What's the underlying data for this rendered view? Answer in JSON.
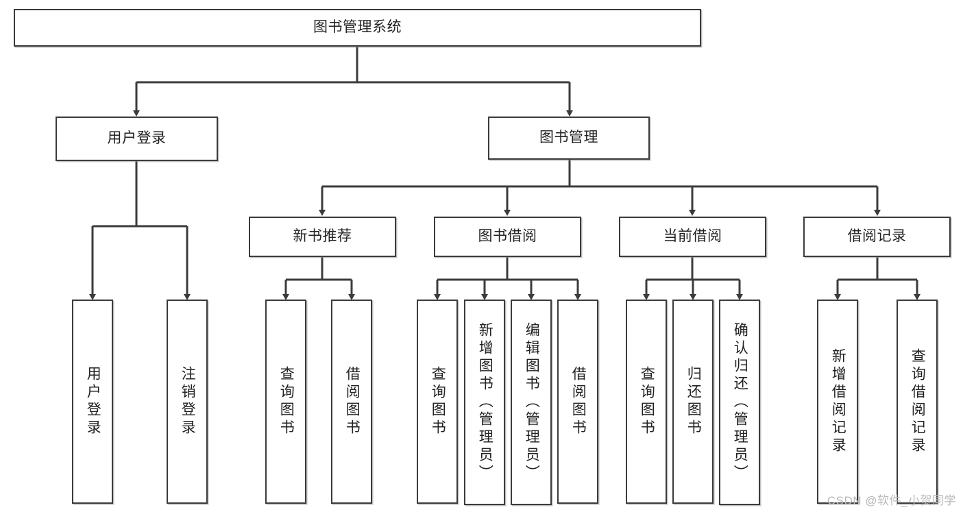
{
  "diagram": {
    "type": "tree-hierarchy-chart",
    "title": "图书管理系统",
    "stroke_color": "#3b3b3b",
    "background_color": "#ffffff",
    "watermark": "CSDN @软件_小贺同学",
    "levels": [
      {
        "level": 0,
        "nodes": [
          {
            "id": "root",
            "label": "图书管理系统",
            "orientation": "horizontal"
          }
        ]
      },
      {
        "level": 1,
        "nodes": [
          {
            "id": "user-login",
            "label": "用户登录",
            "orientation": "horizontal",
            "parent": "root"
          },
          {
            "id": "book-manage",
            "label": "图书管理",
            "orientation": "horizontal",
            "parent": "root"
          }
        ]
      },
      {
        "level": 2,
        "nodes": [
          {
            "id": "new-book-recommend",
            "label": "新书推荐",
            "orientation": "horizontal",
            "parent": "book-manage"
          },
          {
            "id": "book-borrow",
            "label": "图书借阅",
            "orientation": "horizontal",
            "parent": "book-manage"
          },
          {
            "id": "current-borrow",
            "label": "当前借阅",
            "orientation": "horizontal",
            "parent": "book-manage"
          },
          {
            "id": "borrow-record",
            "label": "借阅记录",
            "orientation": "horizontal",
            "parent": "book-manage"
          }
        ]
      },
      {
        "level": 3,
        "nodes": [
          {
            "id": "leaf-user-login",
            "label": "用户登录",
            "orientation": "vertical",
            "parent": "user-login"
          },
          {
            "id": "leaf-logout",
            "label": "注销登录",
            "orientation": "vertical",
            "parent": "user-login"
          },
          {
            "id": "leaf-query-book-1",
            "label": "查询图书",
            "orientation": "vertical",
            "parent": "new-book-recommend"
          },
          {
            "id": "leaf-borrow-book-1",
            "label": "借阅图书",
            "orientation": "vertical",
            "parent": "new-book-recommend"
          },
          {
            "id": "leaf-query-book-2",
            "label": "查询图书",
            "orientation": "vertical",
            "parent": "book-borrow"
          },
          {
            "id": "leaf-add-book",
            "label": "新增图书（管理员）",
            "orientation": "vertical",
            "parent": "book-borrow"
          },
          {
            "id": "leaf-edit-book",
            "label": "编辑图书（管理员）",
            "orientation": "vertical",
            "parent": "book-borrow"
          },
          {
            "id": "leaf-borrow-book-2",
            "label": "借阅图书",
            "orientation": "vertical",
            "parent": "book-borrow"
          },
          {
            "id": "leaf-query-book-3",
            "label": "查询图书",
            "orientation": "vertical",
            "parent": "current-borrow"
          },
          {
            "id": "leaf-return-book",
            "label": "归还图书",
            "orientation": "vertical",
            "parent": "current-borrow"
          },
          {
            "id": "leaf-confirm-return",
            "label": "确认归还（管理员）",
            "orientation": "vertical",
            "parent": "current-borrow"
          },
          {
            "id": "leaf-add-record",
            "label": "新增借阅记录",
            "orientation": "vertical",
            "parent": "borrow-record"
          },
          {
            "id": "leaf-query-record",
            "label": "查询借阅记录",
            "orientation": "vertical",
            "parent": "borrow-record"
          }
        ]
      }
    ]
  }
}
